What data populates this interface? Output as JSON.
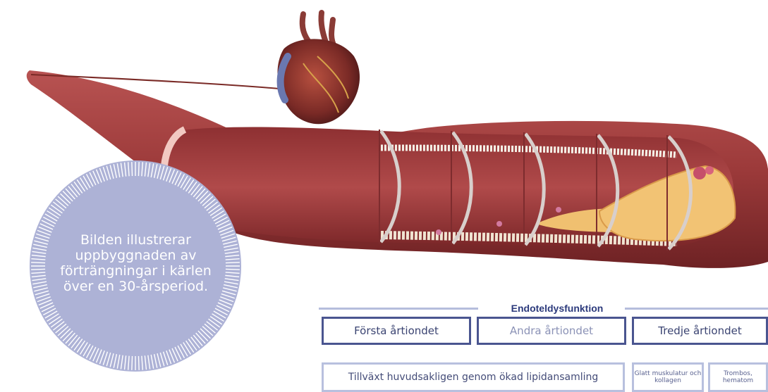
{
  "badge": {
    "text": "Bilden illustrerar uppbyggnaden av förträngningar i kärlen över en 30-årsperiod.",
    "color": "#adb2d6"
  },
  "timeline": {
    "title": "Endoteldysfunktion",
    "decades": [
      "Första årtiondet",
      "Andra årtiondet",
      "Tredje årtiondet"
    ],
    "growth_label": "Tillväxt huvudsakligen genom ökad lipidansamling",
    "smooth_muscle_label": "Glatt muskulatur och kollagen",
    "thrombosis_label": "Trombos, hematom"
  },
  "colors": {
    "vessel": "#9c3a3a",
    "vessel_dark": "#6e2224",
    "lumen": "#b24a4a",
    "plaque": "#f0c070",
    "frame_dark": "#4a5590",
    "frame_light": "#b8c0de"
  }
}
